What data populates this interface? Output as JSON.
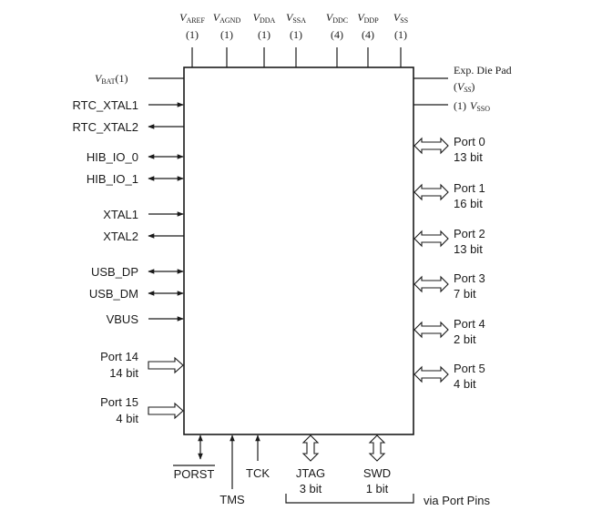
{
  "top_pins": [
    {
      "main": "V",
      "sub": "AREF",
      "count": "(1)"
    },
    {
      "main": "V",
      "sub": "AGND",
      "count": "(1)"
    },
    {
      "main": "V",
      "sub": "DDA",
      "count": "(1)"
    },
    {
      "main": "V",
      "sub": "SSA",
      "count": "(1)"
    },
    {
      "main": "V",
      "sub": "DDC",
      "count": "(4)"
    },
    {
      "main": "V",
      "sub": "DDP",
      "count": "(4)"
    },
    {
      "main": "V",
      "sub": "SS",
      "count": "(1)"
    }
  ],
  "left_pins": {
    "vbat": {
      "main": "V",
      "sub": "BAT",
      "count": "(1)"
    },
    "rtc_xtal1": "RTC_XTAL1",
    "rtc_xtal2": "RTC_XTAL2",
    "hib_io_0": "HIB_IO_0",
    "hib_io_1": "HIB_IO_1",
    "xtal1": "XTAL1",
    "xtal2": "XTAL2",
    "usb_dp": "USB_DP",
    "usb_dm": "USB_DM",
    "vbus": "VBUS",
    "port14": {
      "name": "Port 14",
      "width": "14 bit"
    },
    "port15": {
      "name": "Port 15",
      "width": "4 bit"
    }
  },
  "right_pins": {
    "exp_die_pad": {
      "line1": "Exp. Die Pad",
      "line2_open": "(",
      "line2_main": "V",
      "line2_sub": "SS",
      "line2_close": ")"
    },
    "vsso": {
      "count": "(1)",
      "main": "V",
      "sub": "SSO"
    },
    "ports": [
      {
        "name": "Port 0",
        "width": "13 bit"
      },
      {
        "name": "Port 1",
        "width": "16 bit"
      },
      {
        "name": "Port 2",
        "width": "13 bit"
      },
      {
        "name": "Port 3",
        "width": "7 bit"
      },
      {
        "name": "Port 4",
        "width": "2 bit"
      },
      {
        "name": "Port 5",
        "width": "4 bit"
      }
    ]
  },
  "bottom_pins": {
    "porst": "PORST",
    "tms": "TMS",
    "tck": "TCK",
    "jtag": {
      "name": "JTAG",
      "width": "3 bit"
    },
    "swd": {
      "name": "SWD",
      "width": "1 bit"
    },
    "via_port_pins": "via Port Pins"
  }
}
